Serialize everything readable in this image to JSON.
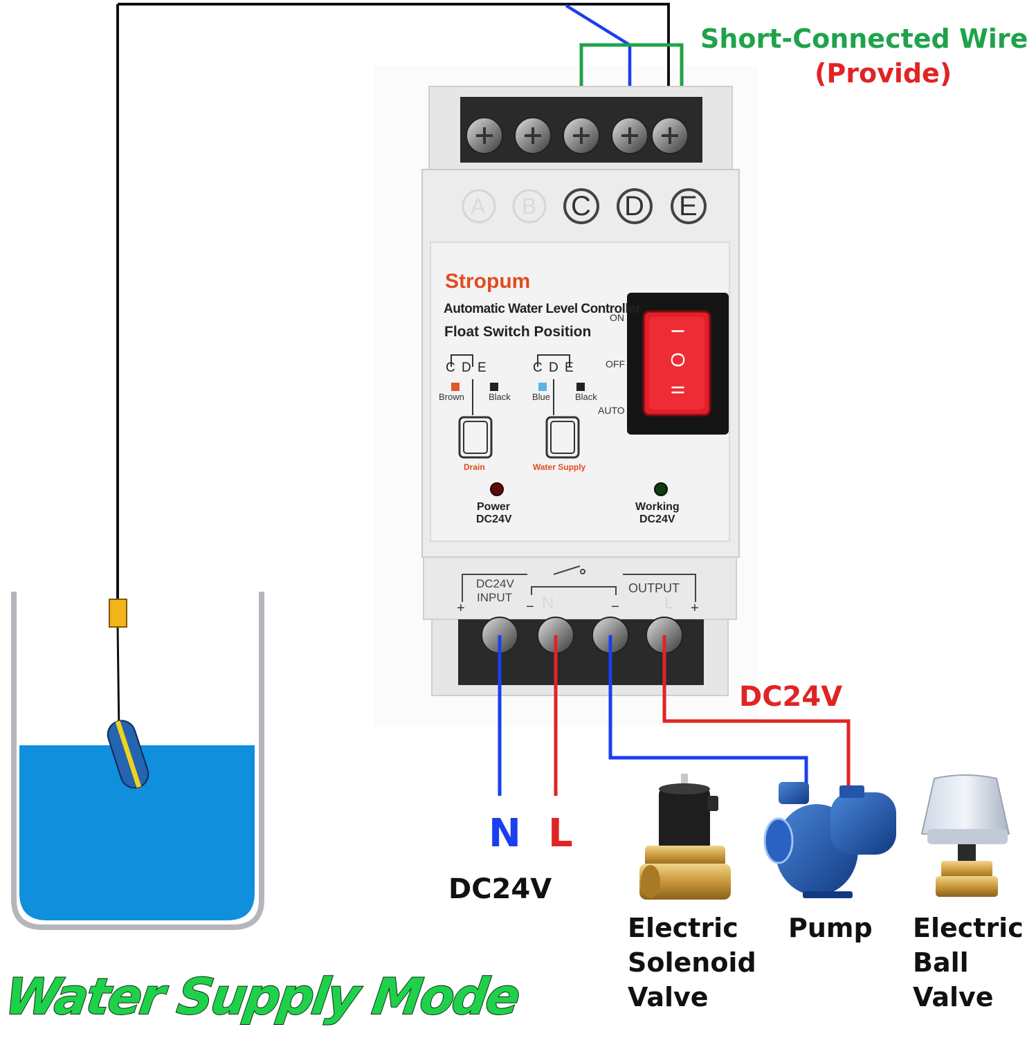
{
  "title": "Water Supply Mode",
  "colors": {
    "green": "#1fa34a",
    "red": "#e02424",
    "blue": "#1a3ff0",
    "water": "#0f8fdc",
    "brand": "#e24a1f",
    "mode_title": "#1fd14a"
  },
  "annotations": {
    "short_wire_line1": "Short-Connected Wire",
    "short_wire_line2": "(Provide)",
    "output_voltage": "DC24V",
    "input_n": "N",
    "input_l": "L",
    "input_voltage": "DC24V"
  },
  "device": {
    "brand": "Stropum",
    "model": "Automatic Water Level Controller",
    "subtitle": "Float Switch Position",
    "terminal_letters": [
      "A",
      "B",
      "C",
      "D",
      "E"
    ],
    "switch_positions": [
      "ON",
      "OFF",
      "AUTO"
    ],
    "switch_symbols": [
      "I",
      "O",
      "II"
    ],
    "float_blocks": [
      {
        "letters": "C D E",
        "left_wire": "Brown",
        "right_wire": "Black",
        "mode": "Drain"
      },
      {
        "letters": "C D E",
        "left_wire": "Blue",
        "right_wire": "Black",
        "mode": "Water Supply"
      }
    ],
    "leds": [
      {
        "label": "Power",
        "voltage": "DC24V"
      },
      {
        "label": "Working",
        "voltage": "DC24V"
      }
    ],
    "bottom_terminals": {
      "input_line1": "DC24V",
      "input_line2": "INPUT",
      "output": "OUTPUT",
      "signs": [
        "+",
        "−",
        "−",
        "+"
      ],
      "letters": [
        "N",
        "L"
      ]
    }
  },
  "loads": [
    {
      "name": "Electric Solenoid Valve",
      "lines": [
        "Electric",
        "Solenoid",
        "Valve"
      ]
    },
    {
      "name": "Pump",
      "lines": [
        "Pump"
      ]
    },
    {
      "name": "Electric Ball Valve",
      "lines": [
        "Electric",
        "Ball",
        "Valve"
      ]
    }
  ]
}
